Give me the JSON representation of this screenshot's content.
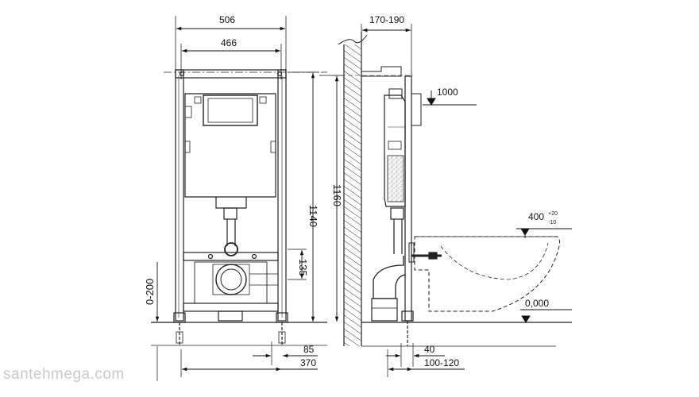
{
  "dimensions": {
    "frame_outer_width": "506",
    "frame_inner_width": "466",
    "wall_depth": "170-190",
    "frame_height_1140": "1140",
    "frame_height_1160": "1160",
    "drain_offset": "135",
    "foot_height": "0-200",
    "foot_width": "85",
    "foot_spacing": "370",
    "side_foot": "40",
    "side_depth": "100-120",
    "flush_level": "1000",
    "bowl_level": "400",
    "bowl_tol_plus": "+20",
    "bowl_tol_minus": "-10",
    "floor_level": "0,000"
  },
  "watermark": "santehmega.com"
}
